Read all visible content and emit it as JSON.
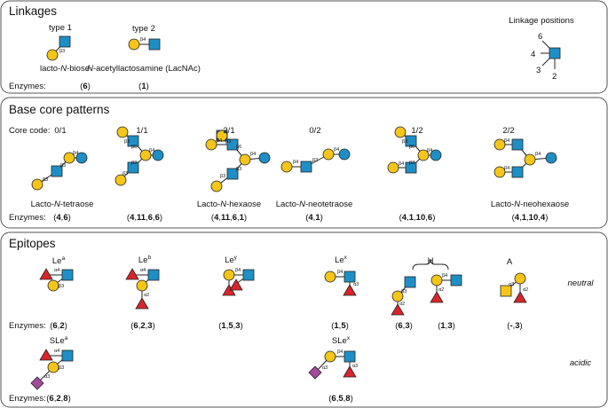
{
  "colors": {
    "gal": "#f5c518",
    "glcnac": "#1e8fc6",
    "glc": "#1e8fc6",
    "fuc": "#d9242b",
    "neu5ac": "#a44a9b",
    "galnac": "#f5c518",
    "stroke": "#222222",
    "panel_border": "#555555"
  },
  "linkages": {
    "title": "Linkages",
    "type1_label": "type 1",
    "type1_bond": "β3",
    "type1_name_parts": [
      "lacto-",
      "N",
      "-biose"
    ],
    "type2_label": "type 2",
    "type2_bond": "β4",
    "type2_name_parts": [
      "",
      "N",
      "-acetyllactosamine (LacNAc)"
    ],
    "enzymes_label": "Enzymes:",
    "type1_enzymes": [
      "6"
    ],
    "type2_enzymes": [
      "1"
    ],
    "positions_title": "Linkage positions",
    "positions": [
      "6",
      "4",
      "3",
      "2"
    ]
  },
  "core": {
    "title": "Base core patterns",
    "core_code_label": "Core code:",
    "enzymes_label": "Enzymes:",
    "bonds": {
      "b3": "β3",
      "b4": "β4",
      "b6": "β6"
    },
    "items": [
      {
        "code": "0/1",
        "name_parts": [
          "Lacto-",
          "N",
          "-tetraose"
        ],
        "enzymes": [
          "4",
          "6"
        ]
      },
      {
        "code": "1/1",
        "name_parts": [
          "",
          "",
          ""
        ],
        "enzymes": [
          "4",
          "11",
          "6",
          "6"
        ]
      },
      {
        "code": "2/1",
        "name_parts": [
          "Lacto-",
          "N",
          "-hexaose"
        ],
        "enzymes": [
          "4",
          "11",
          "6",
          "1"
        ]
      },
      {
        "code": "0/2",
        "name_parts": [
          "Lacto-",
          "N",
          "-neotetraose"
        ],
        "enzymes": [
          "4",
          "1"
        ]
      },
      {
        "code": "1/2",
        "name_parts": [
          "",
          "",
          ""
        ],
        "enzymes": [
          "4",
          "1",
          "10",
          "6"
        ]
      },
      {
        "code": "2/2",
        "name_parts": [
          "Lacto-",
          "N",
          "-neohexaose"
        ],
        "enzymes": [
          "4",
          "1",
          "10",
          "4"
        ]
      }
    ]
  },
  "epitopes": {
    "title": "Epitopes",
    "enzymes_label": "Enzymes:",
    "neutral_label": "neutral",
    "acidic_label": "acidic",
    "h_label": "H",
    "bonds": {
      "a2": "α2",
      "a3": "α3",
      "a4": "α4",
      "b3": "β3",
      "b4": "β4"
    },
    "lea": {
      "base": "Le",
      "sup": "a",
      "enzymes": [
        "6",
        "2"
      ]
    },
    "leb": {
      "base": "Le",
      "sup": "b",
      "enzymes": [
        "6",
        "2",
        "3"
      ]
    },
    "ley": {
      "base": "Le",
      "sup": "y",
      "enzymes": [
        "1",
        "5",
        "3"
      ]
    },
    "lex": {
      "base": "Le",
      "sup": "x",
      "enzymes": [
        "1",
        "5"
      ]
    },
    "h1": {
      "enzymes": [
        "6",
        "3"
      ]
    },
    "h2": {
      "enzymes": [
        "1",
        "3"
      ]
    },
    "a": {
      "label": "A",
      "enzymes": [
        "-",
        "3"
      ]
    },
    "slea": {
      "base": "SLe",
      "sup": "a",
      "enzymes": [
        "6",
        "2",
        "8"
      ]
    },
    "slex": {
      "base": "SLe",
      "sup": "x",
      "enzymes": [
        "6",
        "5",
        "8"
      ]
    }
  }
}
